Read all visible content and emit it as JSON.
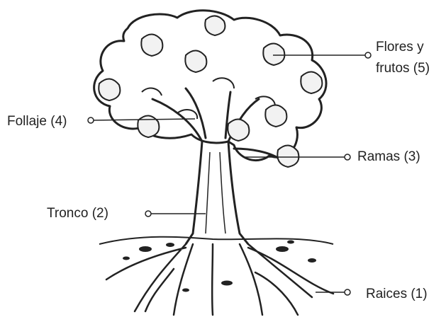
{
  "colors": {
    "ink": "#222222",
    "background": "#ffffff",
    "fruit_fill": "#f2f2f2"
  },
  "labels": {
    "flores": "Flores y frutos (5)",
    "follaje": "Follaje (4)",
    "ramas": "Ramas (3)",
    "tronco": "Tronco (2)",
    "raices": "Raices (1)"
  }
}
